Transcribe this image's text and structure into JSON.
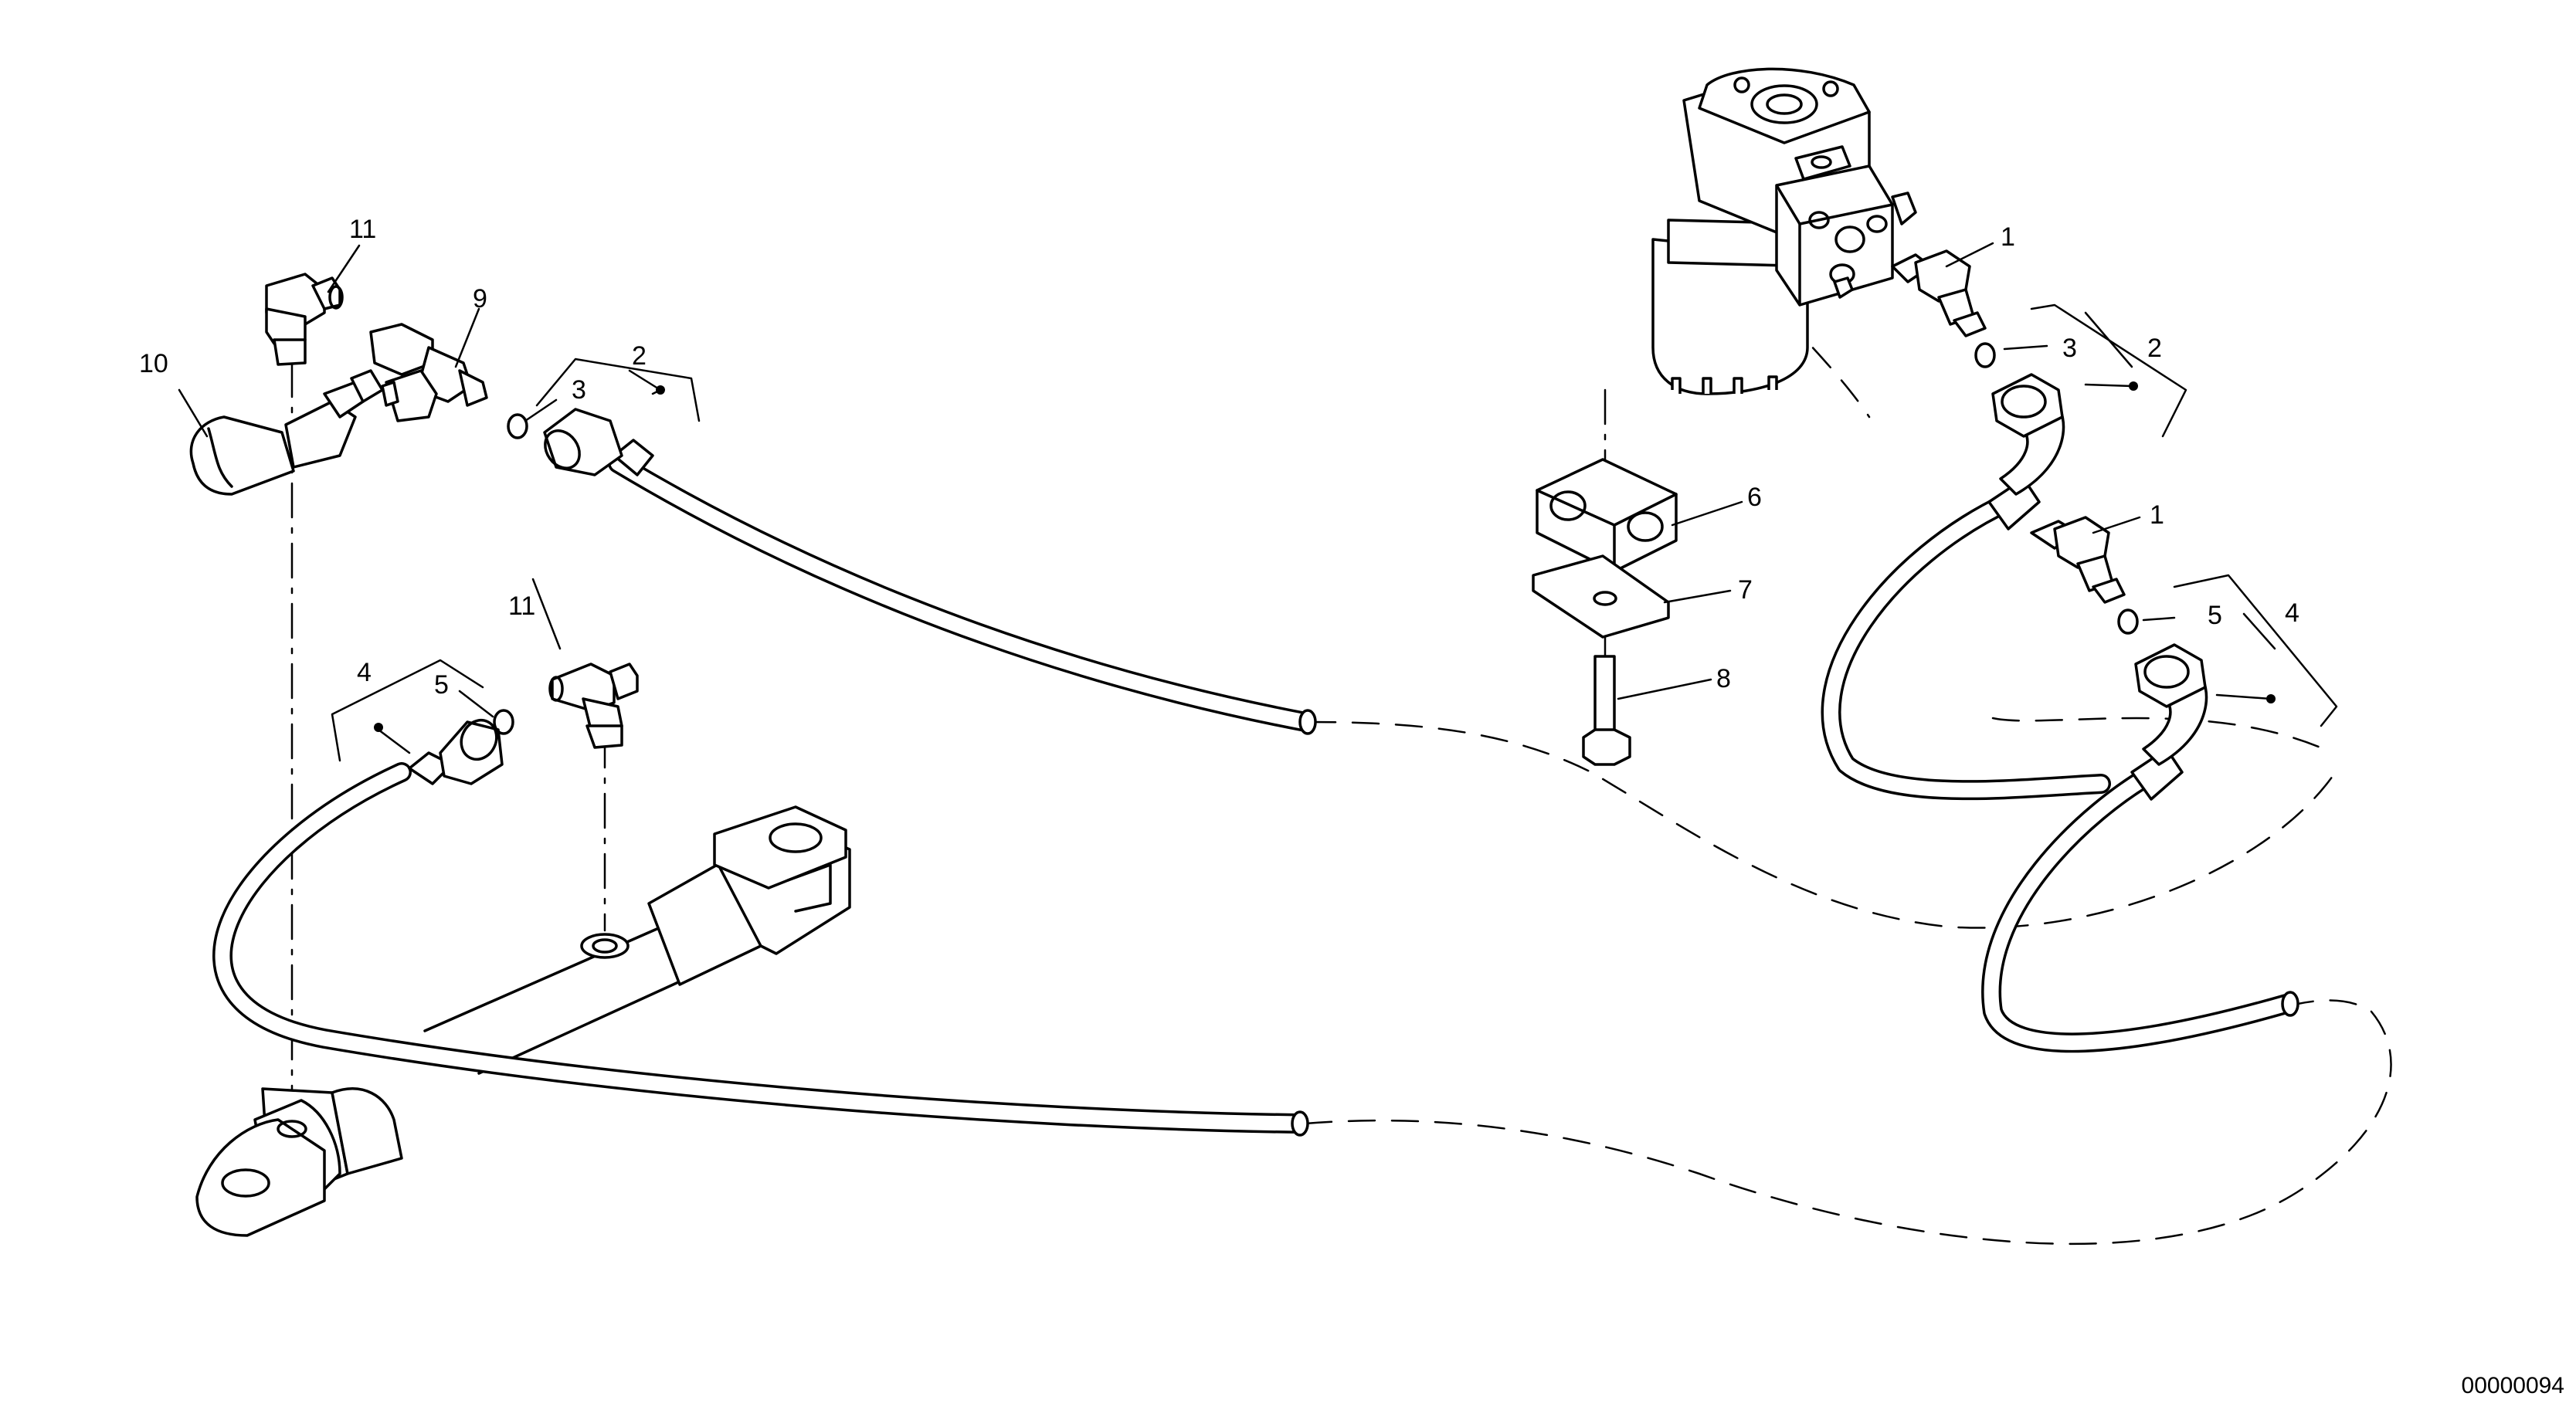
{
  "callouts": [
    {
      "id": "c-11-top",
      "text": "11"
    },
    {
      "id": "c-9",
      "text": "9"
    },
    {
      "id": "c-10",
      "text": "10"
    },
    {
      "id": "c-3-left",
      "text": "3"
    },
    {
      "id": "c-2-left",
      "text": "2"
    },
    {
      "id": "c-11-mid",
      "text": "11"
    },
    {
      "id": "c-4-left",
      "text": "4"
    },
    {
      "id": "c-5-left",
      "text": "5"
    },
    {
      "id": "c-1-top",
      "text": "1"
    },
    {
      "id": "c-3-right",
      "text": "3"
    },
    {
      "id": "c-2-right",
      "text": "2"
    },
    {
      "id": "c-6",
      "text": "6"
    },
    {
      "id": "c-7",
      "text": "7"
    },
    {
      "id": "c-8",
      "text": "8"
    },
    {
      "id": "c-1-mid",
      "text": "1"
    },
    {
      "id": "c-5-right",
      "text": "5"
    },
    {
      "id": "c-4-right",
      "text": "4"
    }
  ],
  "reference_number": "00000094"
}
